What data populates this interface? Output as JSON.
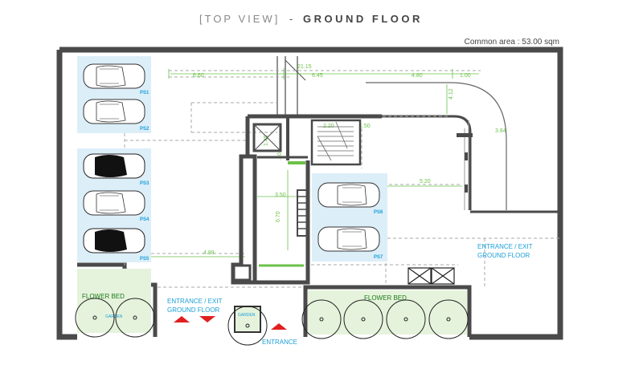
{
  "header": {
    "view_tag": "[TOP VIEW]",
    "dash": "-",
    "floor_title": "GROUND FLOOR",
    "common_area": "Common area : 53.00 sqm"
  },
  "dimensions": {
    "d_660": "6.60",
    "d_2115": "21.15",
    "d_645": "6.45",
    "d_480": "4.80",
    "d_100": "1.00",
    "d_412": "4.12",
    "d_220": "2.20",
    "d_150": "1.50",
    "d_384": "3.84",
    "d_520": "5.20",
    "d_350": "3.50",
    "d_670": "6.70",
    "d_498": "4.98",
    "d_small_a": "1.45",
    "d_small_b": ".40"
  },
  "parking": [
    "PS1",
    "PS2",
    "PS3",
    "PS4",
    "PS5",
    "PS6",
    "PS7"
  ],
  "labels": {
    "flower_bed_left": "FLOWER BED",
    "flower_bed_right": "FLOWER BED",
    "garden_left": "GARDEN",
    "garden_center": "GARDEN",
    "entrance_exit_line1": "ENTRANCE / EXIT",
    "entrance_exit_line2": "GROUND FLOOR",
    "entrance_exit_right_line1": "ENTRANCE / EXIT",
    "entrance_exit_right_line2": "GROUND FLOOR",
    "entrance": "ENTRANCE"
  },
  "colors": {
    "wall": "#4a4a4a",
    "dimension": "#6cc24a",
    "parking_bay": "#dceef8",
    "label_blue": "#1aa0d8",
    "arrow_red": "#e02020",
    "flower_bed": "#e6f3dc"
  }
}
